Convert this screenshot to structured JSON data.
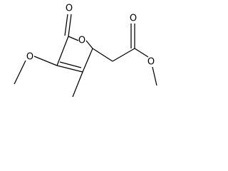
{
  "molecule": {
    "atoms": {
      "ring_oxygen": "O",
      "lactone_carbonyl_oxygen": "O",
      "methoxy_oxygen": "O",
      "ester_carbonyl_oxygen": "O",
      "ester_oxygen": "O"
    },
    "colors": {
      "bond": "#000000",
      "label": "#000000",
      "background": "#ffffff"
    }
  }
}
